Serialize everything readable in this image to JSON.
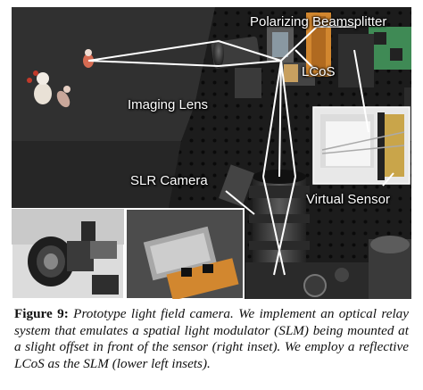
{
  "figure": {
    "labels": {
      "polarizing_beamsplitter": "Polarizing Beamsplitter",
      "lcos": "LCoS",
      "imaging_lens": "Imaging Lens",
      "slr_camera": "SLR Camera",
      "virtual_sensor": "Virtual Sensor"
    },
    "colors": {
      "background_table": "#2b2b2b",
      "optical_table": "#1c1c1c",
      "beam_lines": "#ffffff",
      "lens_barrel": "#4a4a4a",
      "pcb_orange": "#d2872f",
      "pcb_green": "#3f8a55"
    }
  },
  "caption": {
    "label": "Figure 9:",
    "text": "Prototype light field camera. We implement an optical relay system that emulates a spatial light modulator (SLM) being mounted at a slight offset in front of the sensor (right inset). We employ a reflective LCoS as the SLM (lower left insets)."
  }
}
